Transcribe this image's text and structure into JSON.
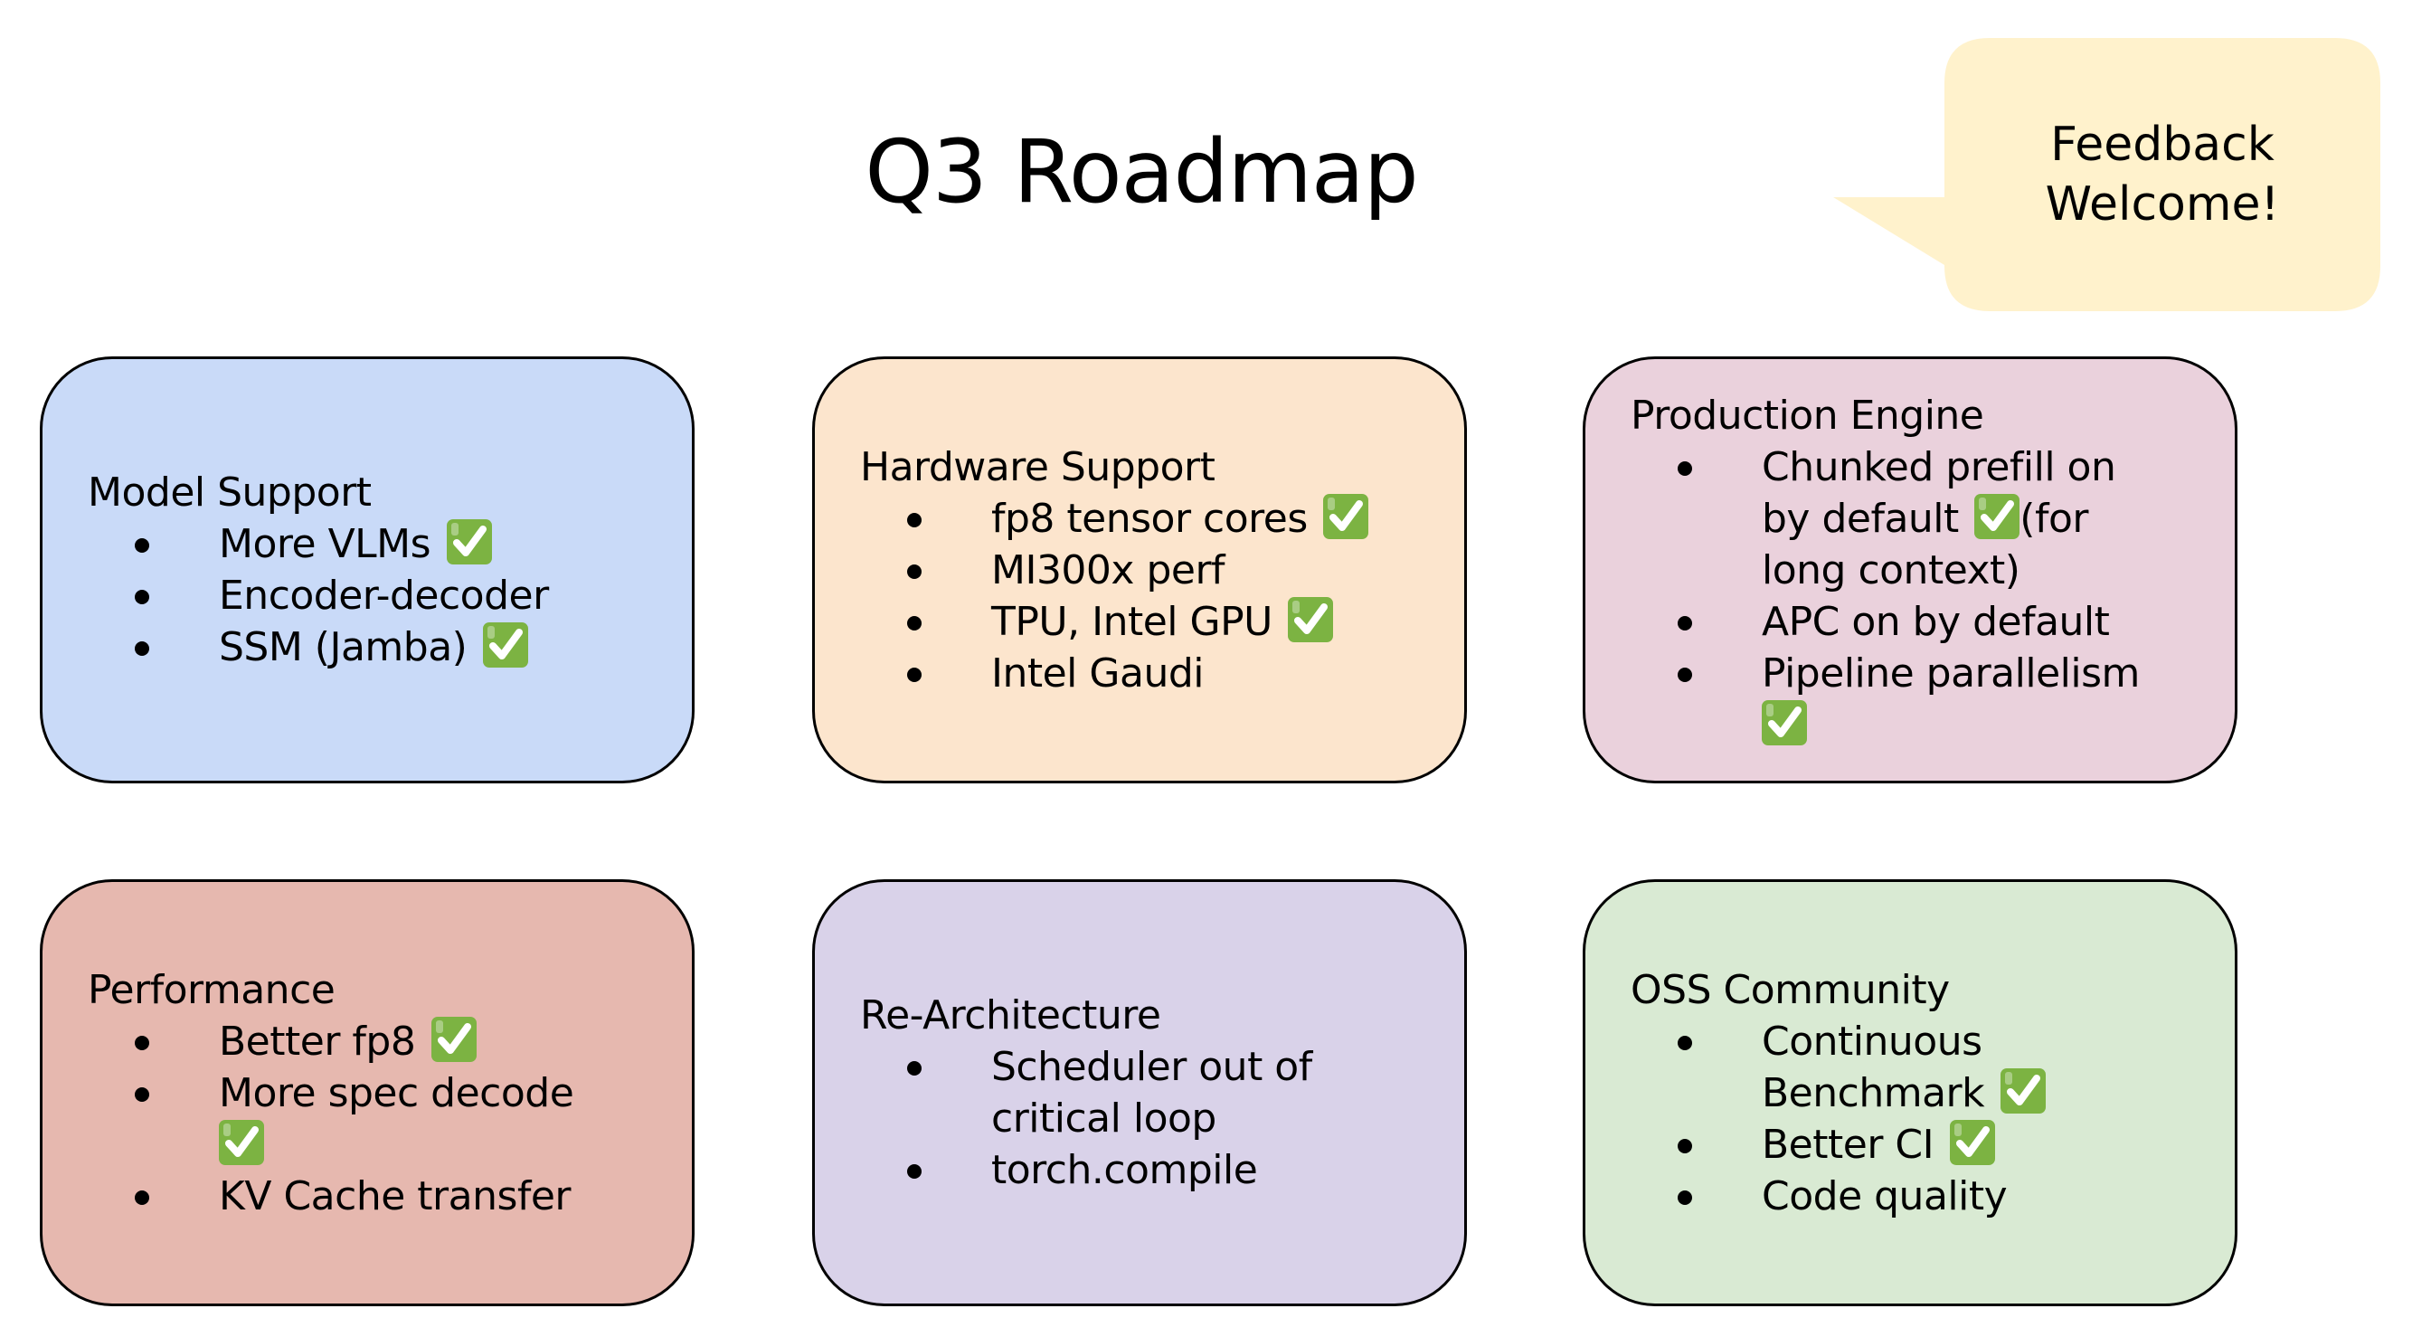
{
  "title": "Q3 Roadmap",
  "callout": {
    "lines": [
      "Feedback",
      "Welcome!"
    ],
    "color": "#fff2cc"
  },
  "check_icon": {
    "name": "white-check-mark",
    "glyph": "✅",
    "color": "#7cb342"
  },
  "cards": [
    {
      "title": "Model Support",
      "color": "#c9daf8",
      "items": [
        {
          "lines": [
            [
              "More VLMs",
              true
            ]
          ]
        },
        {
          "lines": [
            [
              "Encoder-decoder",
              false
            ]
          ]
        },
        {
          "lines": [
            [
              "SSM (Jamba)",
              true
            ]
          ]
        }
      ]
    },
    {
      "title": "Hardware Support",
      "color": "#fce5cd",
      "items": [
        {
          "lines": [
            [
              "fp8 tensor cores",
              true
            ]
          ]
        },
        {
          "lines": [
            [
              "MI300x perf",
              false
            ]
          ]
        },
        {
          "lines": [
            [
              "TPU, Intel GPU",
              true
            ]
          ]
        },
        {
          "lines": [
            [
              "Intel Gaudi",
              false
            ]
          ]
        }
      ]
    },
    {
      "title": "Production Engine",
      "color": "#ead1dc",
      "items": [
        {
          "lines": [
            [
              "Chunked prefill on",
              false
            ],
            [
              "by default",
              true,
              "(for"
            ],
            [
              "long context)",
              false
            ]
          ]
        },
        {
          "lines": [
            [
              "APC on by default",
              false
            ]
          ]
        },
        {
          "lines": [
            [
              "Pipeline parallelism",
              false
            ],
            [
              "",
              true
            ]
          ]
        }
      ]
    },
    {
      "title": "Performance",
      "color": "#e6b8af",
      "items": [
        {
          "lines": [
            [
              "Better fp8",
              true
            ]
          ]
        },
        {
          "lines": [
            [
              "More spec decode",
              false
            ],
            [
              "",
              true
            ]
          ]
        },
        {
          "lines": [
            [
              "KV Cache transfer",
              false
            ]
          ]
        }
      ]
    },
    {
      "title": "Re-Architecture",
      "color": "#d9d2e9",
      "items": [
        {
          "lines": [
            [
              "Scheduler out of",
              false
            ],
            [
              "critical loop",
              false
            ]
          ]
        },
        {
          "lines": [
            [
              "torch.compile",
              false
            ]
          ]
        }
      ]
    },
    {
      "title": "OSS Community",
      "color": "#d9ead3",
      "items": [
        {
          "lines": [
            [
              "Continuous",
              false
            ],
            [
              "Benchmark",
              true
            ]
          ]
        },
        {
          "lines": [
            [
              "Better CI",
              true
            ]
          ]
        },
        {
          "lines": [
            [
              "Code quality",
              false
            ]
          ]
        }
      ]
    }
  ]
}
